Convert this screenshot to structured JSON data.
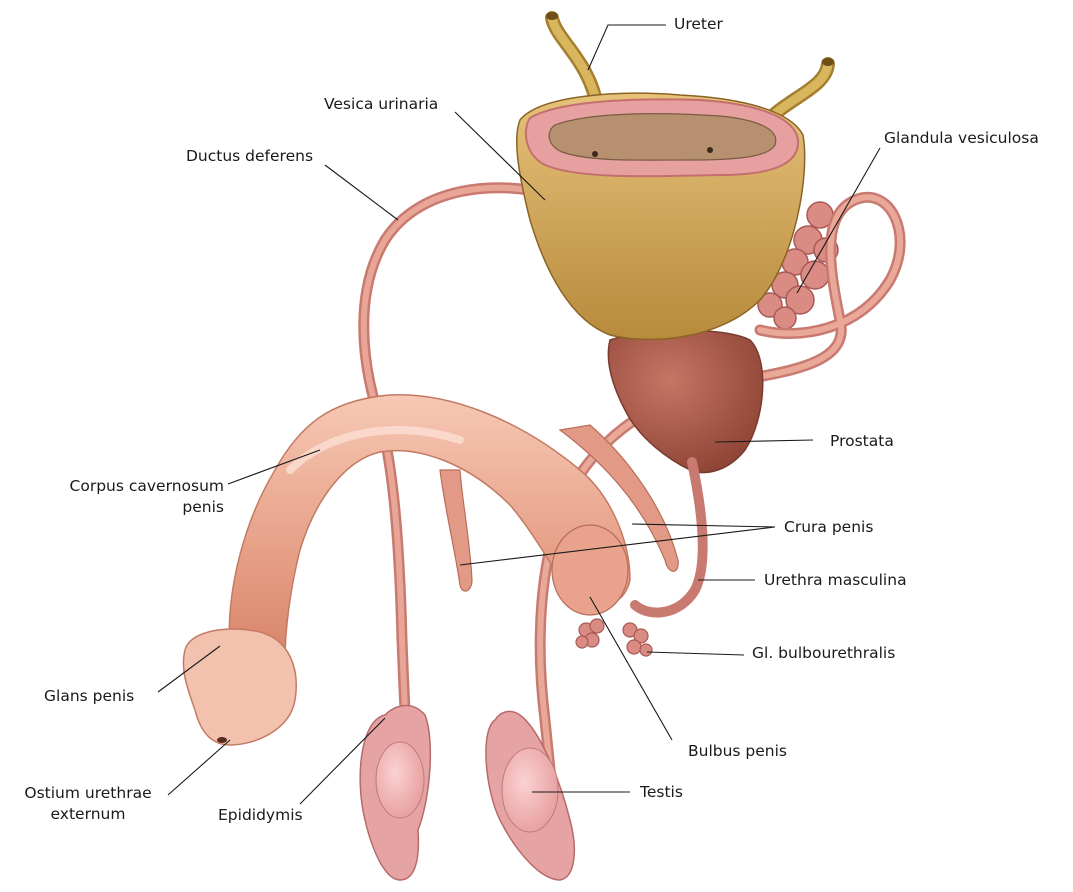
{
  "labels": {
    "ureter": "Ureter",
    "vesica_urinaria": "Vesica urinaria",
    "ductus_deferens": "Ductus deferens",
    "glandula_vesiculosa": "Glandula vesiculosa",
    "corpus_cavernosum_line1": "Corpus cavernosum",
    "corpus_cavernosum_line2": "penis",
    "prostata": "Prostata",
    "crura_penis": "Crura penis",
    "urethra_masculina": "Urethra masculina",
    "gl_bulbourethralis": "Gl. bulbourethralis",
    "glans_penis": "Glans penis",
    "bulbus_penis": "Bulbus penis",
    "ostium_line1": "Ostium urethrae",
    "ostium_line2": "externum",
    "epididymis": "Epididymis",
    "testis": "Testis"
  },
  "colors": {
    "tissue_pink": "#e8a596",
    "bladder_gold": "#d4a860",
    "prostate_red": "#a9584a",
    "ureter_gold": "#c9a34e",
    "testis_pink": "#f2b8b8"
  }
}
